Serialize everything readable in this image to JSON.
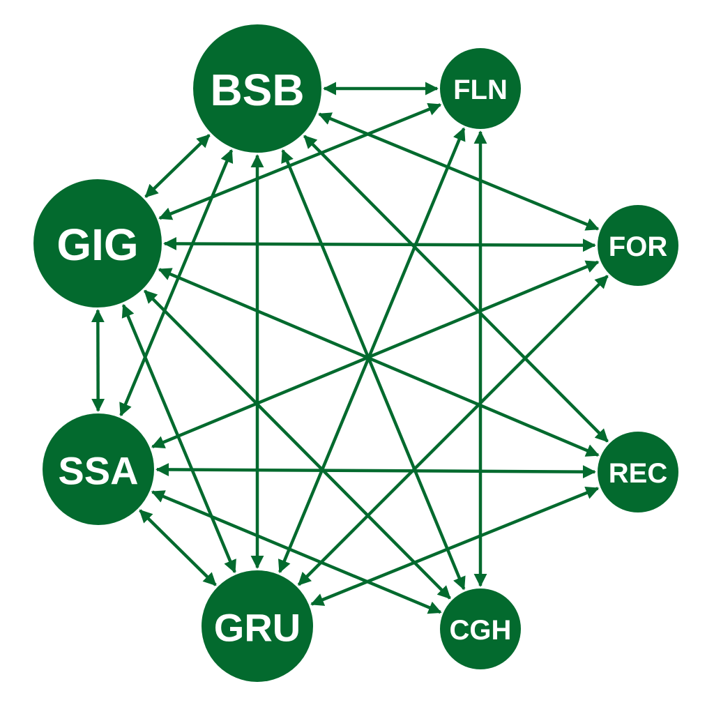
{
  "colors": {
    "node_fill": "#036a2e",
    "edge_stroke": "#036a2e",
    "label_text": "#ffffff",
    "background": "#ffffff"
  },
  "nodes": [
    {
      "id": "BSB",
      "label": "BSB",
      "size": "large"
    },
    {
      "id": "FLN",
      "label": "FLN",
      "size": "small"
    },
    {
      "id": "GIG",
      "label": "GIG",
      "size": "large"
    },
    {
      "id": "FOR",
      "label": "FOR",
      "size": "small"
    },
    {
      "id": "SSA",
      "label": "SSA",
      "size": "medium"
    },
    {
      "id": "REC",
      "label": "REC",
      "size": "small"
    },
    {
      "id": "GRU",
      "label": "GRU",
      "size": "medium"
    },
    {
      "id": "CGH",
      "label": "CGH",
      "size": "small"
    }
  ],
  "edges": [
    {
      "from": "BSB",
      "to": "FLN",
      "directed": "both"
    },
    {
      "from": "BSB",
      "to": "GIG",
      "directed": "both"
    },
    {
      "from": "BSB",
      "to": "SSA",
      "directed": "both"
    },
    {
      "from": "BSB",
      "to": "GRU",
      "directed": "both"
    },
    {
      "from": "BSB",
      "to": "CGH",
      "directed": "both"
    },
    {
      "from": "BSB",
      "to": "FOR",
      "directed": "both"
    },
    {
      "from": "BSB",
      "to": "REC",
      "directed": "both"
    },
    {
      "from": "FLN",
      "to": "GIG",
      "directed": "both"
    },
    {
      "from": "FLN",
      "to": "GRU",
      "directed": "both"
    },
    {
      "from": "FLN",
      "to": "CGH",
      "directed": "both"
    },
    {
      "from": "GIG",
      "to": "FOR",
      "directed": "both"
    },
    {
      "from": "GIG",
      "to": "SSA",
      "directed": "both"
    },
    {
      "from": "GIG",
      "to": "GRU",
      "directed": "both"
    },
    {
      "from": "GIG",
      "to": "CGH",
      "directed": "both"
    },
    {
      "from": "GIG",
      "to": "REC",
      "directed": "both"
    },
    {
      "from": "FOR",
      "to": "SSA",
      "directed": "both"
    },
    {
      "from": "FOR",
      "to": "GRU",
      "directed": "both"
    },
    {
      "from": "SSA",
      "to": "REC",
      "directed": "both"
    },
    {
      "from": "SSA",
      "to": "GRU",
      "directed": "both"
    },
    {
      "from": "SSA",
      "to": "CGH",
      "directed": "both"
    },
    {
      "from": "REC",
      "to": "GRU",
      "directed": "both"
    }
  ]
}
